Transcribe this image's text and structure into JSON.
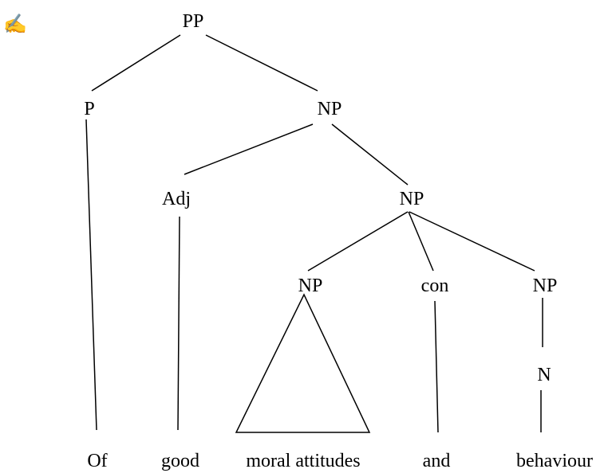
{
  "icon": "writing-hand-icon",
  "nodes": {
    "pp": "PP",
    "p": "P",
    "np_top": "NP",
    "adj": "Adj",
    "np_mid": "NP",
    "np_left": "NP",
    "con": "con",
    "np_right": "NP",
    "n": "N"
  },
  "words": {
    "of": "Of",
    "good": "good",
    "moral_attitudes": "moral attitudes",
    "and": "and",
    "behaviour": "behaviour"
  }
}
